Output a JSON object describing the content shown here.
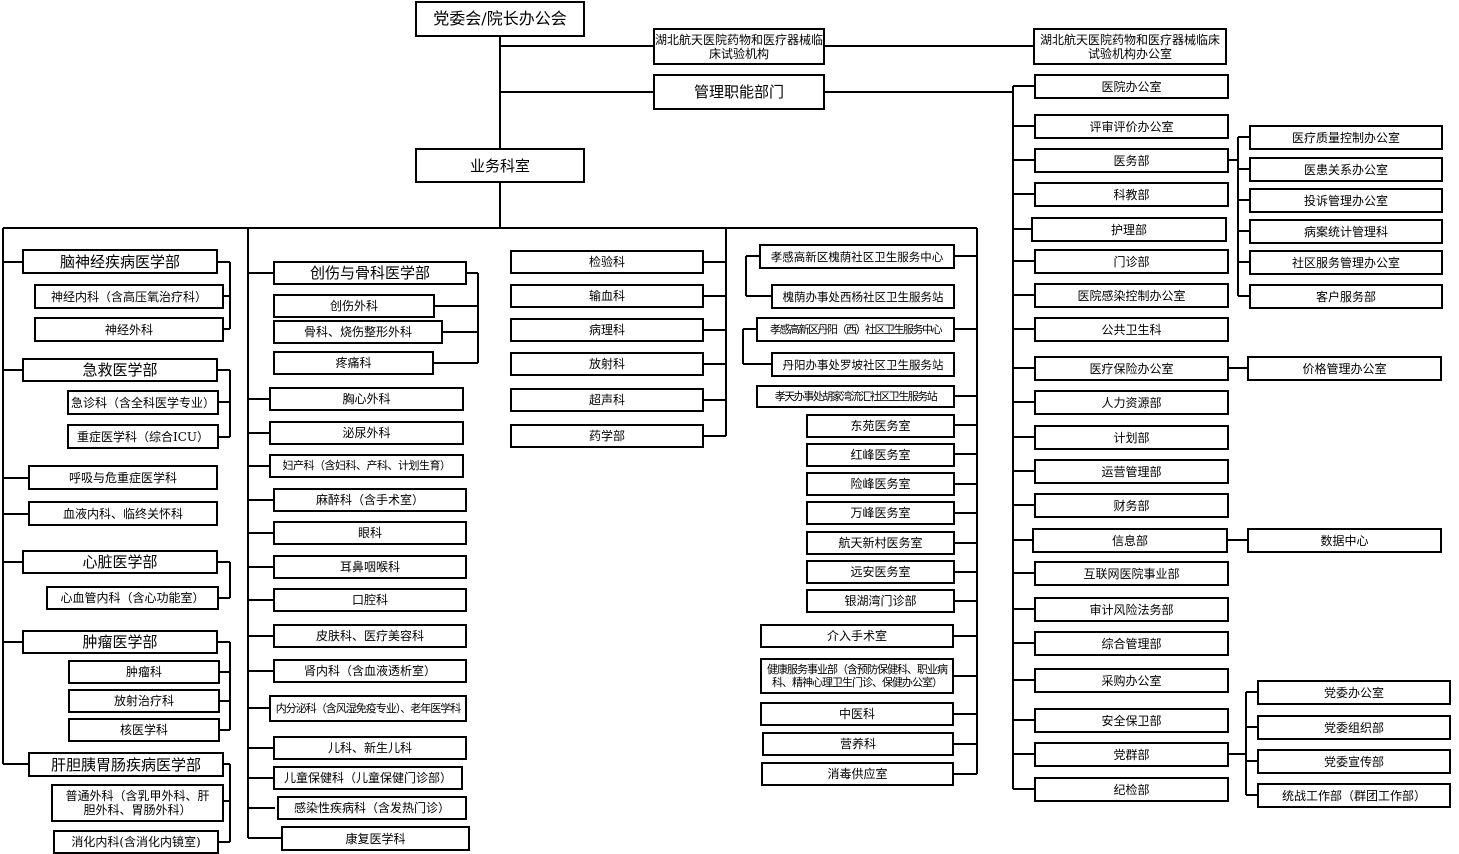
{
  "boxes": {
    "root": "党委会/院长办公会",
    "trial": "湖北航天医院药物和医疗器械临床试验机构",
    "trial_office": "湖北航天医院药物和医疗器械临床试验机构办公室",
    "mgmt": "管理职能部门",
    "business": "业务科室",
    "c1": {
      "neuro": "脑神经疾病医学部",
      "neuro_med": "神经内科（含高压氧治疗科）",
      "neuro_surg": "神经外科",
      "emerg": "急救医学部",
      "emerg_clinic": "急诊科（含全科医学专业）",
      "icu": "重症医学科（综合ICU）",
      "resp": "呼吸与危重症医学科",
      "hema": "血液内科、临终关怀科",
      "cardiac": "心脏医学部",
      "cardio_med": "心血管内科（含心功能室）",
      "tumor": "肿瘤医学部",
      "oncology": "肿瘤科",
      "radiotherapy": "放射治疗科",
      "nuclear": "核医学科",
      "hepato": "肝胆胰胃肠疾病医学部",
      "general_surg": "普通外科（含乳甲外科、肝胆外科、胃肠外科）",
      "gastro": "消化内科(含消化内镜室)"
    },
    "c2": {
      "trauma": "创伤与骨科医学部",
      "trauma_surg": "创伤外科",
      "ortho_burn": "骨科、烧伤整形外科",
      "pain": "疼痛科",
      "thoracic": "胸心外科",
      "urology": "泌尿外科",
      "obgyn": "妇产科（含妇科、产科、计划生育）",
      "anesth": "麻醉科（含手术室）",
      "ophth": "眼科",
      "ent": "耳鼻咽喉科",
      "dental": "口腔科",
      "derm": "皮肤科、医疗美容科",
      "nephro": "肾内科（含血液透析室）",
      "endo": "内分泌科（含风湿免疫专业）、老年医学科",
      "pedia": "儿科、新生儿科",
      "child_health": "儿童保健科（儿童保健门诊部）",
      "infect": "感染性疾病科（含发热门诊）",
      "rehab": "康复医学科"
    },
    "c3": {
      "lab": "检验科",
      "transfusion": "输血科",
      "pathology": "病理科",
      "radiology": "放射科",
      "ultrasound": "超声科",
      "pharmacy": "药学部"
    },
    "c4": {
      "huaiyin_center": "孝感高新区槐荫社区卫生服务中心",
      "xiyang_station": "槐荫办事处西杨社区卫生服务站",
      "danyang_center": "孝感高新区丹阳（西）社区卫生服务中心",
      "luopo_station": "丹阳办事处罗坡社区卫生服务站",
      "huiliu_station": "孝天办事处胡家湾流汇社区卫生服务站",
      "dongyuan": "东苑医务室",
      "hongfeng": "红峰医务室",
      "xianfeng": "险峰医务室",
      "wanfeng": "万峰医务室",
      "hangtian": "航天新村医务室",
      "yuanan": "远安医务室",
      "yinhu": "银湖湾门诊部",
      "intervention": "介入手术室",
      "health_service": "健康服务事业部（含预防保健科、职业病科、精神心理卫生门诊、保健办公室）",
      "tcm": "中医科",
      "nutrition": "营养科",
      "sterile": "消毒供应室"
    },
    "m": {
      "hosp_office": "医院办公室",
      "eval_office": "评审评价办公室",
      "medical": "医务部",
      "education": "科教部",
      "nursing": "护理部",
      "outpatient": "门诊部",
      "infection_ctrl": "医院感染控制办公室",
      "public_health": "公共卫生科",
      "insurance": "医疗保险办公室",
      "hr": "人力资源部",
      "planning": "计划部",
      "operation": "运营管理部",
      "finance": "财务部",
      "info": "信息部",
      "internet": "互联网医院事业部",
      "audit": "审计风险法务部",
      "general": "综合管理部",
      "procurement": "采购办公室",
      "security": "安全保卫部",
      "party_mass": "党群部",
      "discipline": "纪检部"
    },
    "sub": {
      "quality": "医疗质量控制办公室",
      "patient_rel": "医患关系办公室",
      "complaint": "投诉管理办公室",
      "records": "病案统计管理科",
      "community": "社区服务管理办公室",
      "customer": "客户服务部",
      "price": "价格管理办公室",
      "data_center": "数据中心",
      "party_office": "党委办公室",
      "party_org": "党委组织部",
      "party_pub": "党委宣传部",
      "united_front": "统战工作部（群团工作部）"
    }
  }
}
